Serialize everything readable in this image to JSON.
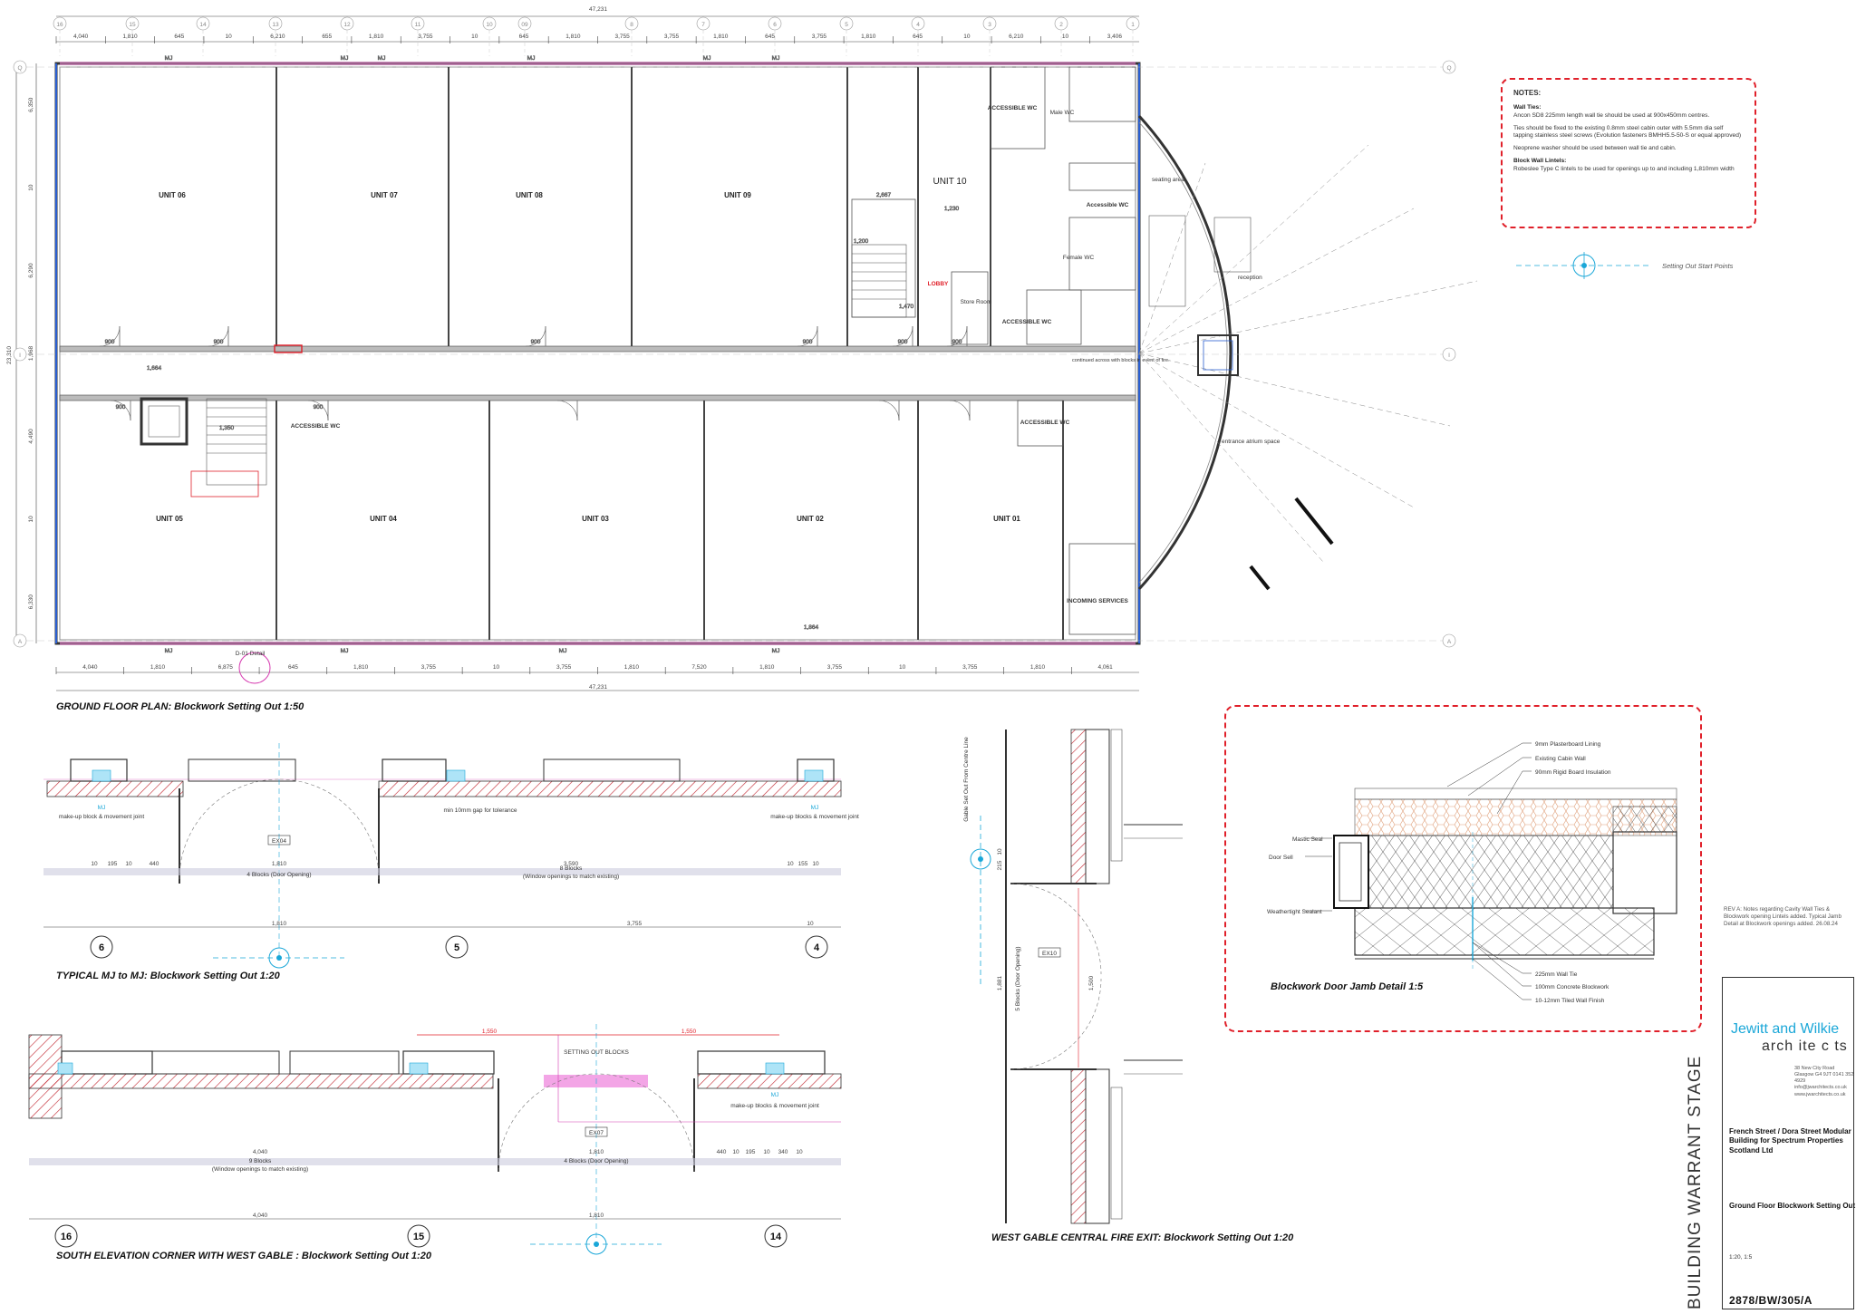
{
  "ground_floor": {
    "caption": "GROUND FLOOR PLAN: Blockwork Setting Out 1:50",
    "overall_dim": "47,231",
    "grid_top": [
      "16",
      "15",
      "14",
      "13",
      "12",
      "11",
      "10",
      "09",
      "8",
      "7",
      "6",
      "5",
      "4",
      "3",
      "2",
      "1"
    ],
    "grid_side": [
      "Q",
      "I",
      "A"
    ],
    "top_dims": [
      "4,040",
      "1,810",
      "645",
      "10",
      "6,210",
      "655",
      "1,810",
      "3,755",
      "10",
      "645",
      "1,810",
      "3,755",
      "3,755",
      "1,810",
      "645",
      "3,755",
      "1,810",
      "645",
      "10",
      "6,210",
      "10",
      "3,406"
    ],
    "bottom_dims": [
      "4,040",
      "1,810",
      "6,875",
      "645",
      "1,810",
      "3,755",
      "10",
      "3,755",
      "1,810",
      "7,520",
      "1,810",
      "3,755",
      "10",
      "3,755",
      "1,810",
      "4,061"
    ],
    "side_dims": [
      "6,350",
      "10",
      "6,290",
      "1,968",
      "4,490",
      "10",
      "6,330"
    ],
    "overall_side_dim": "23,310",
    "units_top": [
      "UNIT 06",
      "UNIT 07",
      "UNIT 08",
      "UNIT 09",
      "UNIT 10"
    ],
    "units_bottom": [
      "UNIT 05",
      "UNIT 04",
      "UNIT 03",
      "UNIT 02",
      "UNIT 01"
    ],
    "rooms": {
      "acc_wc_1": "ACCESSIBLE WC",
      "male_wc": "Male WC",
      "acc_wc_2": "Accessible WC",
      "female_wc": "Female WC",
      "acc_wc_3": "ACCESSIBLE WC",
      "store": "Store Room",
      "lobby": "LOBBY",
      "acc_wc_4": "ACCESSIBLE WC",
      "acc_wc_5": "ACCESSIBLE WC",
      "incoming": "INCOMING SERVICES",
      "seating": "seating area",
      "reception": "reception",
      "atrium": "entrance atrium space",
      "continued": "continued across with blocks in event of fire."
    },
    "mj": "MJ",
    "detail_ref": "D-01 Detail",
    "door_dims": [
      "900",
      "900",
      "900",
      "900",
      "900",
      "900",
      "900",
      "900"
    ],
    "misc_dims": [
      "1,350",
      "1,664",
      "1,200",
      "1,470",
      "2,667",
      "1,230",
      "1,864"
    ]
  },
  "notes": {
    "title": "NOTES:",
    "wall_ties_head": "Wall Ties:",
    "wall_ties_1": "Ancon SD8 225mm length wall tie should be used at 900x450mm centres.",
    "wall_ties_2": "Ties should be fixed to the existing 0.8mm steel cabin outer with 5.5mm dia self tapping stainless steel screws (Evolution fasteners BMHH5.5-50-S or equal approved)",
    "wall_ties_3": "Neoprene washer should be used between wall tie and cabin.",
    "lintels_head": "Block Wall Lintels:",
    "lintels_1": "Robeslee Type C lintels to be used for openings up to and including 1,810mm width"
  },
  "setting_out_label": "Setting Out Start Points",
  "typical_mj": {
    "caption": "TYPICAL MJ to MJ: Blockwork Setting Out 1:20",
    "grids": [
      "6",
      "5",
      "4"
    ],
    "dims": [
      "1,810",
      "3,755",
      "10"
    ],
    "notes": [
      "make-up block & movement joint",
      "min 10mm gap for tolerance",
      "make-up blocks & movement joint"
    ],
    "mj": "MJ",
    "ex": "EX04",
    "blocks_1": "4 Blocks (Door Opening)",
    "blocks_2": "8 Blocks",
    "blocks_2b": "(Window openings to match existing)",
    "small_dims": [
      "10",
      "195",
      "10",
      "440",
      "1,810",
      "3,590",
      "10",
      "155",
      "10"
    ]
  },
  "south_elevation": {
    "caption": "SOUTH ELEVATION CORNER WITH WEST GABLE : Blockwork Setting Out 1:20",
    "grids": [
      "16",
      "15",
      "14"
    ],
    "dims": [
      "4,040",
      "1,810"
    ],
    "setting_out": "SETTING OUT BLOCKS",
    "top_dims": [
      "1,550",
      "1,550"
    ],
    "blocks_1": "9 Blocks",
    "blocks_1b": "(Window openings to match existing)",
    "blocks_2": "4 Blocks (Door Opening)",
    "ex": "EX07",
    "note": "make-up blocks & movement joint",
    "mj": "MJ",
    "small_dims": [
      "440",
      "10",
      "195",
      "10",
      "340",
      "10"
    ]
  },
  "west_gable": {
    "caption": "WEST GABLE CENTRAL FIRE EXIT: Blockwork Setting Out 1:20",
    "vertical_label": "Gable Set Out From Centre Line",
    "blocks": "5 Blocks (Door Opening)",
    "ex": "EX10",
    "dims": [
      "1,881",
      "1,500",
      "215",
      "10"
    ]
  },
  "jamb_detail": {
    "caption": "Blockwork Door Jamb Detail 1:5",
    "labels_top": [
      "9mm Plasterboard Lining",
      "Existing Cabin Wall",
      "90mm Rigid Board Insulation"
    ],
    "labels_left": [
      "Mastic Seal",
      "Door Sell",
      "Weathertight Sealant"
    ],
    "labels_bottom": [
      "225mm Wall Tie",
      "100mm Concrete Blockwork",
      "10-12mm Tiled Wall Finish"
    ]
  },
  "title_block": {
    "revision": "REV A: Notes regarding Cavity Wall Ties & Blockwork opening Lintels added. Typical Jamb Detail at Blockwork openings added. 26.08.24",
    "firm_1": "Jewitt and Wilkie",
    "firm_2": "arch ite c ts",
    "address": "38 New City Road Glasgow G4 9JT 0141 352 4929 info@jwarchitects.co.uk www.jwarchitects.co.uk",
    "project": "French Street / Dora Street Modular Building for Spectrum Properties Scotland Ltd",
    "drawing_title": "Ground Floor Blockwork Setting Out",
    "scale": "1:20, 1:5",
    "drawing_no": "2878/BW/305/A",
    "stage": "BUILDING WARRANT STAGE"
  },
  "colors": {
    "red": "#e0202a",
    "blue": "#1aa7d8",
    "magenta": "#d63ab0",
    "block": "#c0202a"
  }
}
